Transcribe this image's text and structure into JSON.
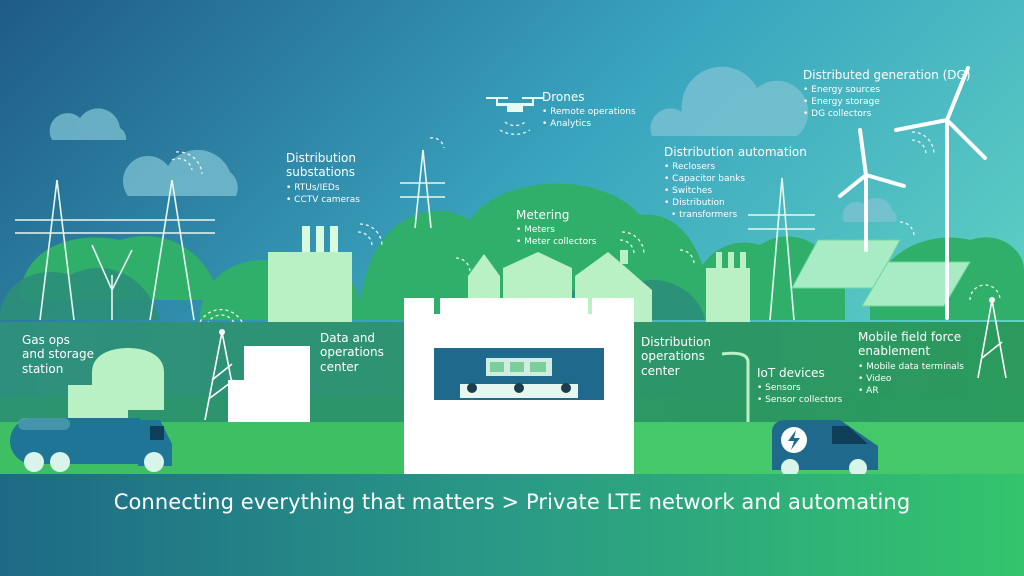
{
  "labels": {
    "drones": {
      "title": "Drones",
      "items": [
        "Remote operations",
        "Analytics"
      ]
    },
    "distributed_generation": {
      "title": "Distributed generation (DG)",
      "items": [
        "Energy sources",
        "Energy storage",
        "DG collectors"
      ]
    },
    "distribution_substations": {
      "title_lines": [
        "Distribution",
        "substations"
      ],
      "items": [
        "RTUs/IEDs",
        "CCTV cameras"
      ]
    },
    "distribution_automation": {
      "title": "Distribution automation",
      "items": [
        "Reclosers",
        "Capacitor banks",
        "Switches",
        "Distribution",
        "transformers"
      ]
    },
    "metering": {
      "title": "Metering",
      "items": [
        "Meters",
        "Meter collectors"
      ]
    },
    "gas_ops": {
      "title_lines": [
        "Gas ops",
        "and storage",
        "station"
      ]
    },
    "data_operations_center": {
      "title_lines": [
        "Data and",
        "operations",
        "center"
      ]
    },
    "distribution_operations_center": {
      "title_lines": [
        "Distribution",
        "operations",
        "center"
      ]
    },
    "iot_devices": {
      "title": "IoT devices",
      "items": [
        "Sensors",
        "Sensor collectors"
      ]
    },
    "mobile_field_force": {
      "title_lines": [
        "Mobile field force",
        "enablement"
      ],
      "items": [
        "Mobile data terminals",
        "Video",
        "AR"
      ]
    }
  },
  "caption": "Connecting everything that matters > Private LTE network and automating",
  "colors": {
    "sky_dark": "#1f5b86",
    "sky_teal": "#3fb3c6",
    "hill_green": "#3fb86a",
    "ground_green": "#4ccc6e",
    "pale_green": "#b9f0c4",
    "truck_blue": "#1c6c8a",
    "white": "#ffffff"
  }
}
